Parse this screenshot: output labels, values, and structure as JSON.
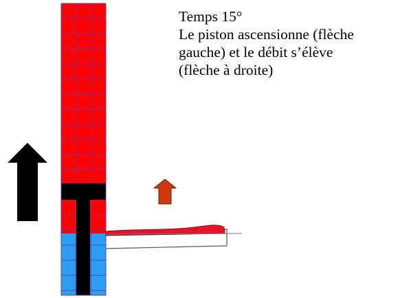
{
  "caption": {
    "title": "Temps 15°",
    "lines": [
      "Le piston ascensionne (flèche",
      "gauche) et le débit s’élève",
      "(flèche à droite)"
    ]
  },
  "colors": {
    "background": "#ffffff",
    "upper_chamber": "#ff0000",
    "lower_chamber": "#2a9df4",
    "piston": "#000000",
    "grid_lines": "#6a3aa0",
    "left_arrow": "#000000",
    "right_arrow": "#cc3a0e",
    "flow_fill": "#e8122a",
    "flow_outline": "#555555"
  },
  "icons": {
    "left_arrow": "arrow-up-icon",
    "right_arrow": "arrow-up-icon"
  }
}
